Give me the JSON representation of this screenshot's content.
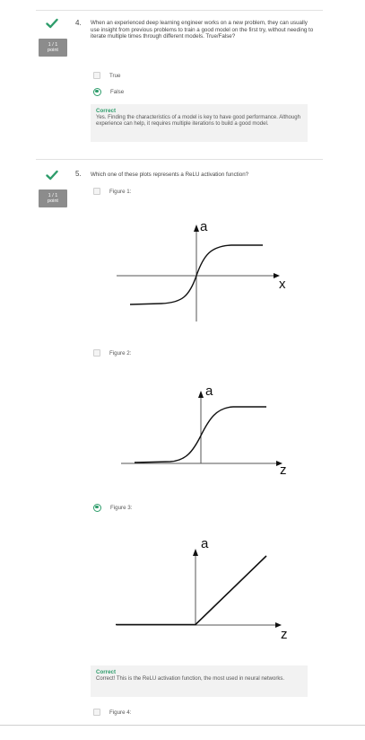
{
  "questions": [
    {
      "number": "4.",
      "text": "When an experienced deep learning engineer works on a new problem, they can usually use insight from previous problems to train a good model on the first try, without needing to iterate multiple times through different models. True/False?",
      "badge": {
        "score": "1 / 1",
        "unit": "point"
      },
      "options": [
        {
          "label": "True",
          "selected": false
        },
        {
          "label": "False",
          "selected": true
        }
      ],
      "feedback": {
        "title": "Correct",
        "text": "Yes. Finding the characteristics of a model is key to have good performance. Although experience can help, it requires multiple iterations to build a good model."
      }
    },
    {
      "number": "5.",
      "text": "Which one of these plots represents a ReLU activation function?",
      "badge": {
        "score": "1 / 1",
        "unit": "point"
      },
      "options": [
        {
          "label": "Figure 1:",
          "selected": false,
          "plot": {
            "type": "sigmoid",
            "y_label": "a",
            "x_label": "x"
          }
        },
        {
          "label": "Figure 2:",
          "selected": false,
          "plot": {
            "type": "sigmoid",
            "y_label": "a",
            "x_label": "z"
          }
        },
        {
          "label": "Figure 3:",
          "selected": true,
          "plot": {
            "type": "relu",
            "y_label": "a",
            "x_label": "z"
          }
        },
        {
          "label": "Figure 4:",
          "selected": false
        }
      ],
      "feedback": {
        "title": "Correct",
        "text": "Correct! This is the ReLU activation function, the most used in neural networks."
      }
    }
  ],
  "colors": {
    "correct": "#2e9d6b",
    "badge": "#8c8c8c",
    "feedback_bg": "#f2f2f2"
  }
}
